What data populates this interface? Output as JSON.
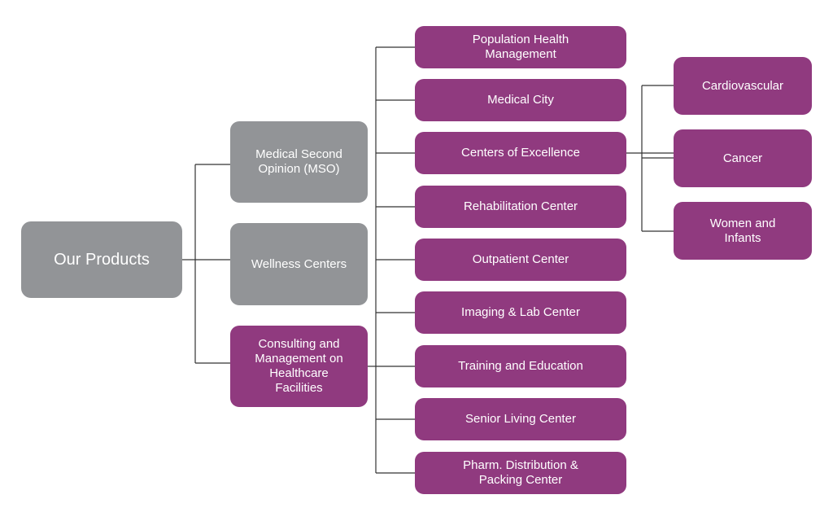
{
  "root": {
    "label": "Our Products",
    "color": "#929497"
  },
  "products": [
    {
      "label": "Medical Second\nOpinion (MSO)",
      "color": "#929497"
    },
    {
      "label": "Wellness Centers",
      "color": "#929497"
    },
    {
      "label": "Consulting and\nManagement on\nHealthcare\nFacilities",
      "color": "#903a7f"
    }
  ],
  "services": [
    {
      "label": "Population Health\nManagement"
    },
    {
      "label": "Medical City"
    },
    {
      "label": "Centers of Excellence"
    },
    {
      "label": "Rehabilitation Center"
    },
    {
      "label": "Outpatient Center"
    },
    {
      "label": "Imaging & Lab Center"
    },
    {
      "label": "Training and Education"
    },
    {
      "label": "Senior Living Center"
    },
    {
      "label": "Pharm. Distribution &\nPacking Center"
    }
  ],
  "excellence": [
    {
      "label": "Cardiovascular"
    },
    {
      "label": "Cancer"
    },
    {
      "label": "Women and\nInfants"
    }
  ],
  "colors": {
    "grey": "#929497",
    "purple": "#903a7f",
    "line": "#333333"
  }
}
